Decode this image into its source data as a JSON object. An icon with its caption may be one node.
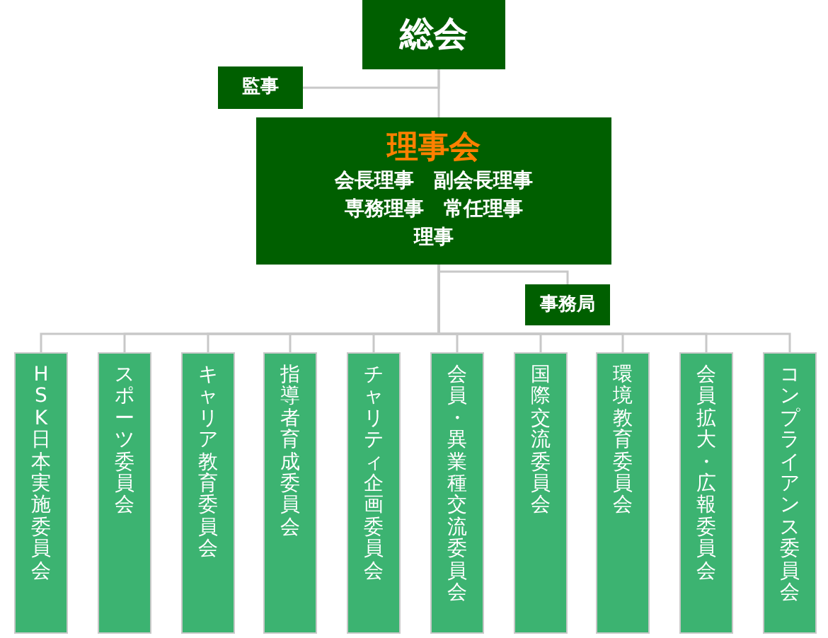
{
  "diagram": {
    "nodes": [
      {
        "text": [
          "総会"
        ]
      },
      {
        "text": [
          "監事"
        ]
      },
      {
        "text": [
          "理事会",
          "会長理事　副会長理事",
          "専務理事　常任理事",
          "理事"
        ]
      },
      {
        "text": [
          "事務局"
        ]
      },
      {
        "text": [
          "HSK日本実施委員会"
        ]
      },
      {
        "text": [
          "スポーツ委員会"
        ]
      },
      {
        "text": [
          "キャリア教育委員会"
        ]
      },
      {
        "text": [
          "指導者育成委員会"
        ]
      },
      {
        "text": [
          "チャリティ企画委員会"
        ]
      },
      {
        "text": [
          "会員・異業種交流委員会"
        ]
      },
      {
        "text": [
          "国際交流委員会"
        ]
      },
      {
        "text": [
          "環境教育委員会"
        ]
      },
      {
        "text": [
          "会員拡大・広報委員会"
        ]
      },
      {
        "text": [
          "コンプライアンス委員会"
        ]
      }
    ],
    "edges": [
      {
        "from": 0,
        "to": 2,
        "arrow": "none"
      },
      {
        "from": 0,
        "to": 1,
        "arrow": "none"
      },
      {
        "from": 2,
        "to": 3,
        "arrow": "none"
      },
      {
        "from": 2,
        "to": 4,
        "arrow": "none"
      },
      {
        "from": 2,
        "to": 5,
        "arrow": "none"
      },
      {
        "from": 2,
        "to": 6,
        "arrow": "none"
      },
      {
        "from": 2,
        "to": 7,
        "arrow": "none"
      },
      {
        "from": 2,
        "to": 8,
        "arrow": "none"
      },
      {
        "from": 2,
        "to": 9,
        "arrow": "none"
      },
      {
        "from": 2,
        "to": 10,
        "arrow": "none"
      },
      {
        "from": 2,
        "to": 11,
        "arrow": "none"
      },
      {
        "from": 2,
        "to": 12,
        "arrow": "none"
      },
      {
        "from": 2,
        "to": 13,
        "arrow": "none"
      }
    ]
  }
}
